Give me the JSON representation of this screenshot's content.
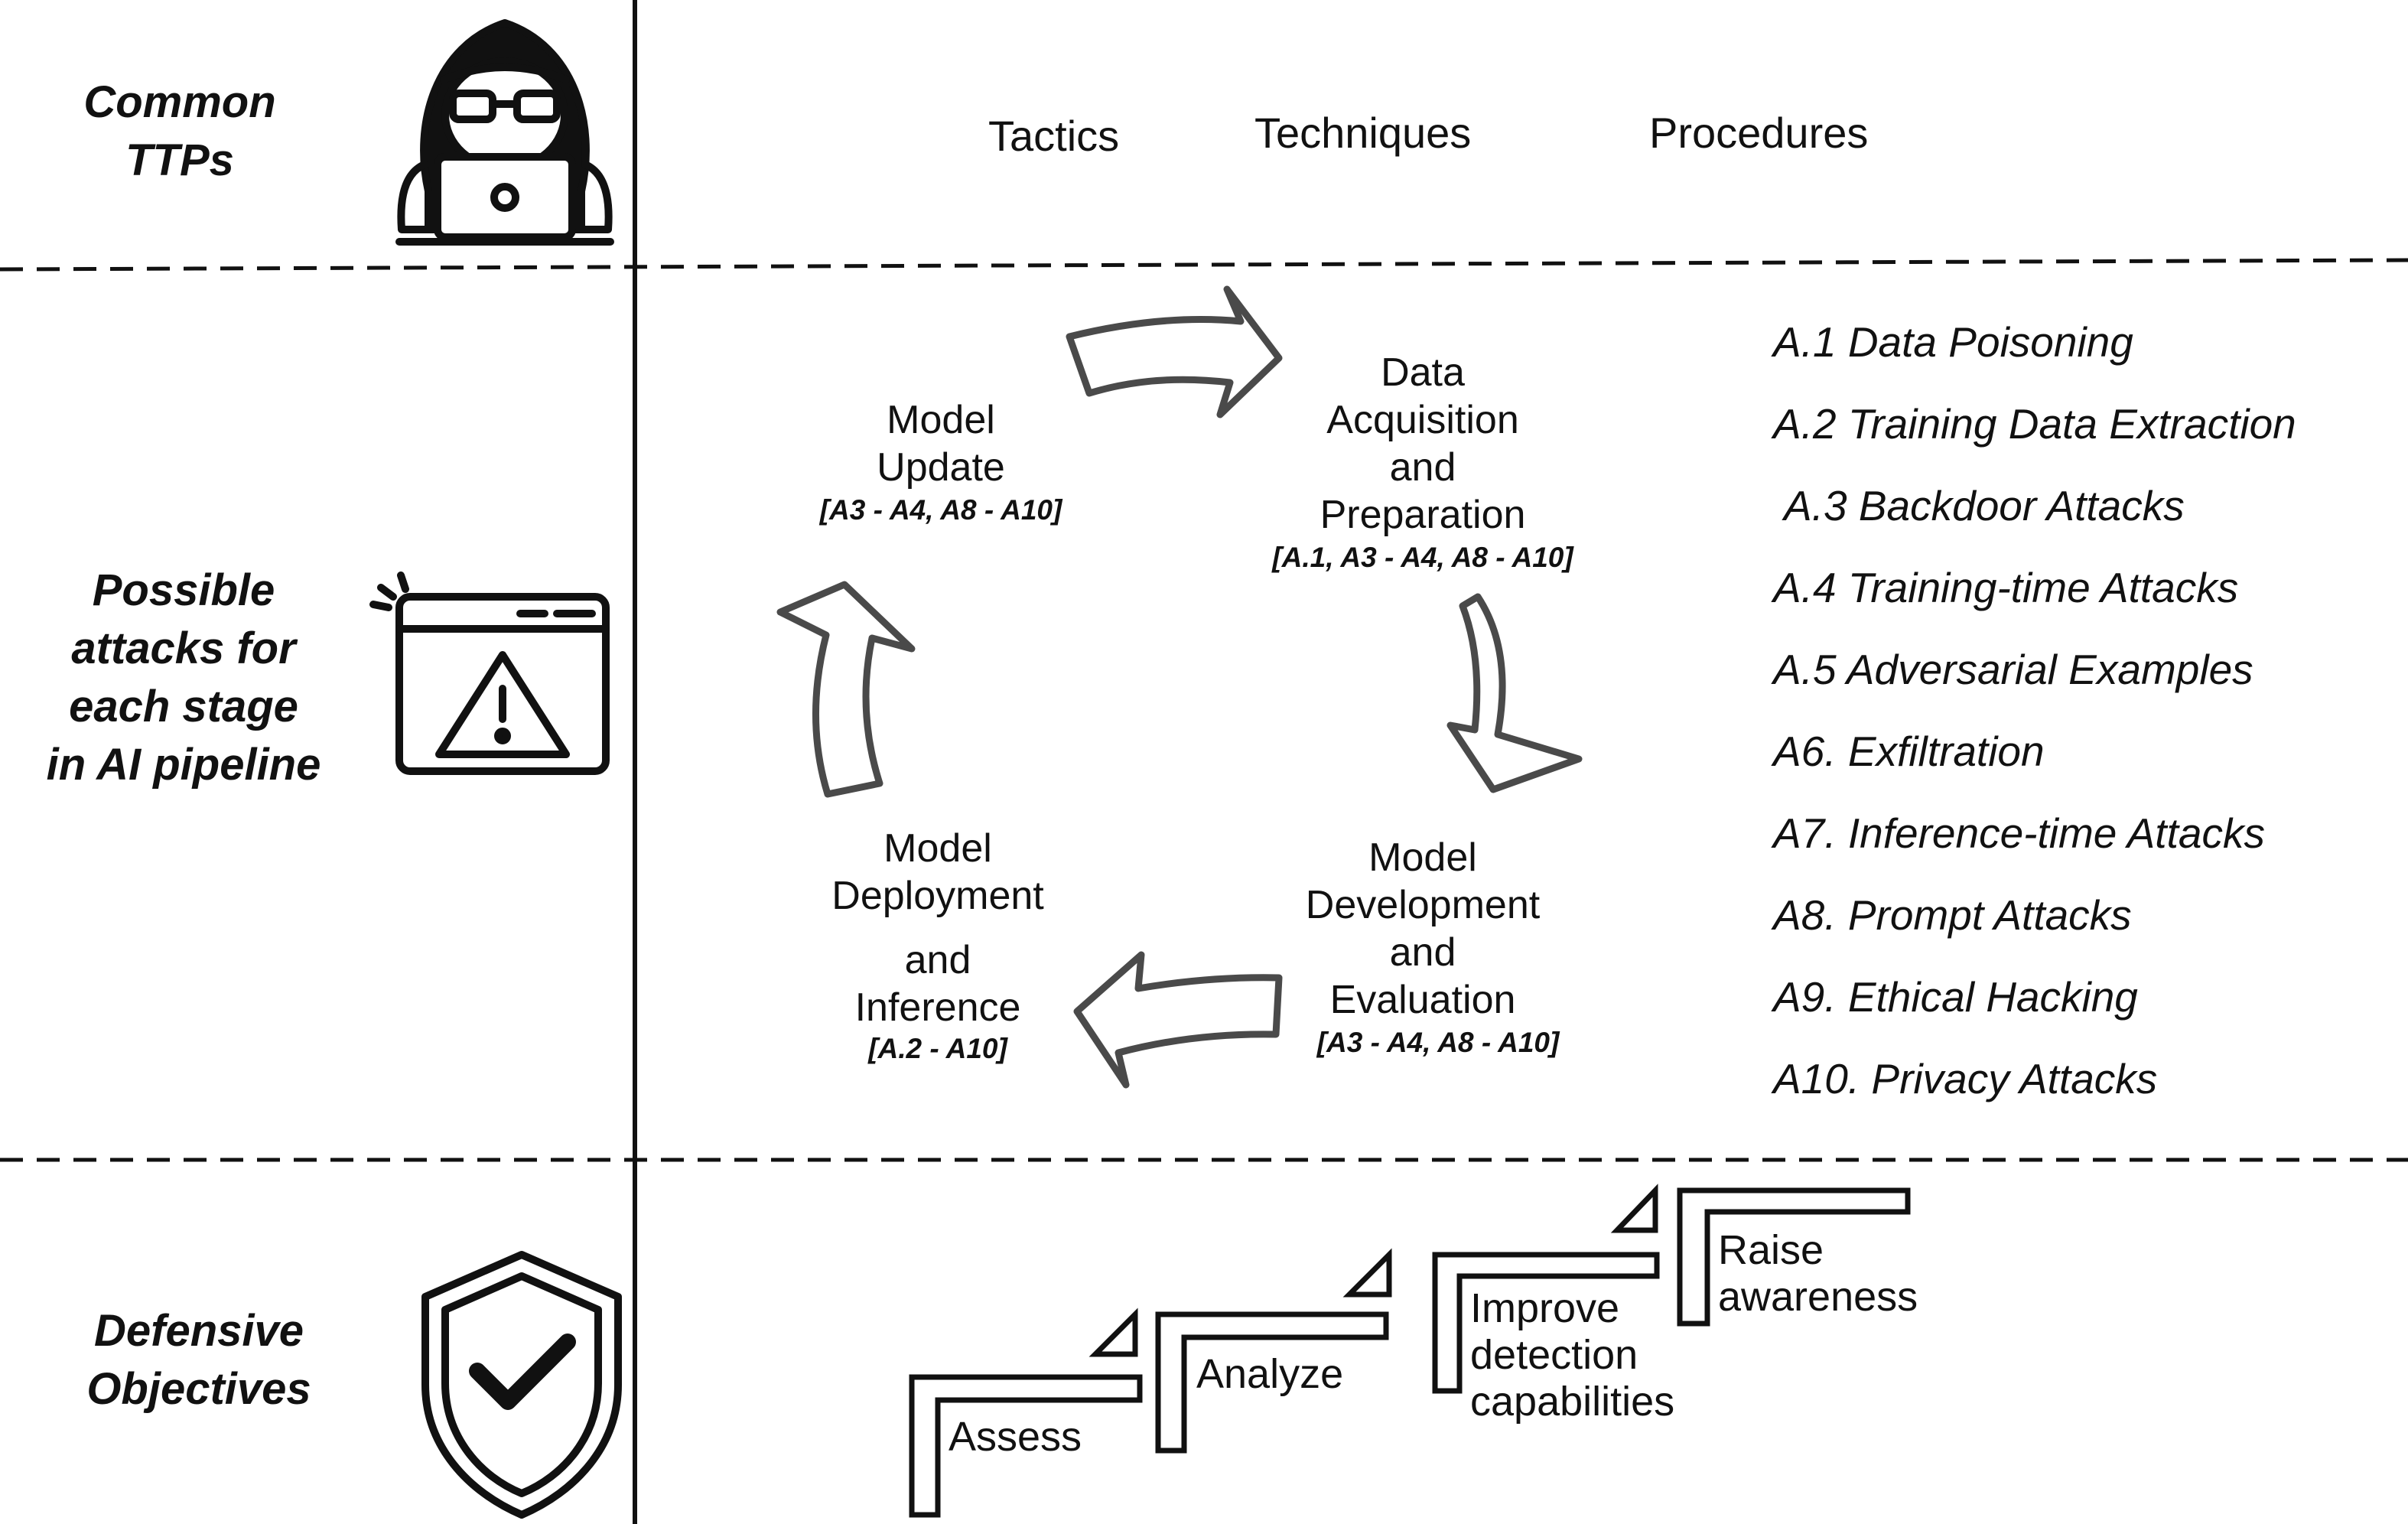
{
  "rows": {
    "ttps": {
      "label_line1": "Common",
      "label_line2": "TTPs",
      "icon": "hacker-icon"
    },
    "attacks": {
      "label_line1": "Possible",
      "label_line2": "attacks for",
      "label_line3": "each stage",
      "label_line4": "in AI pipeline",
      "icon": "browser-warning-icon"
    },
    "defense": {
      "label_line1": "Defensive",
      "label_line2": "Objectives",
      "icon": "shield-check-icon"
    }
  },
  "ttps": [
    "Tactics",
    "Techniques",
    "Procedures"
  ],
  "stages": {
    "data": {
      "lines": [
        "Data",
        "Acquisition",
        "and",
        "Preparation"
      ],
      "codes": "[A.1, A3 - A4, A8 - A10]"
    },
    "development": {
      "lines": [
        "Model",
        "Development",
        "and",
        "Evaluation"
      ],
      "codes": "[A3 - A4, A8 - A10]"
    },
    "deployment": {
      "lines": [
        "Model",
        "Deployment",
        "and",
        "Inference"
      ],
      "codes": "[A.2 - A10]"
    },
    "update": {
      "lines": [
        "Model",
        "Update"
      ],
      "codes": "[A3 - A4, A8 - A10]"
    }
  },
  "attacks": [
    "A.1 Data Poisoning",
    "A.2 Training Data Extraction",
    "A.3 Backdoor Attacks",
    "A.4 Training-time Attacks",
    "A.5 Adversarial Examples",
    "A6. Exfiltration",
    "A7. Inference-time Attacks",
    "A8. Prompt Attacks",
    "A9. Ethical Hacking",
    "A10. Privacy Attacks"
  ],
  "objectives": {
    "assess": [
      "Assess"
    ],
    "analyze": [
      "Analyze"
    ],
    "improve": [
      "Improve",
      "detection",
      "capabilities"
    ],
    "raise": [
      "Raise",
      "awareness"
    ]
  },
  "colors": {
    "line": "#111111",
    "arrow_stroke": "#4a4a4a",
    "text": "#111111"
  }
}
